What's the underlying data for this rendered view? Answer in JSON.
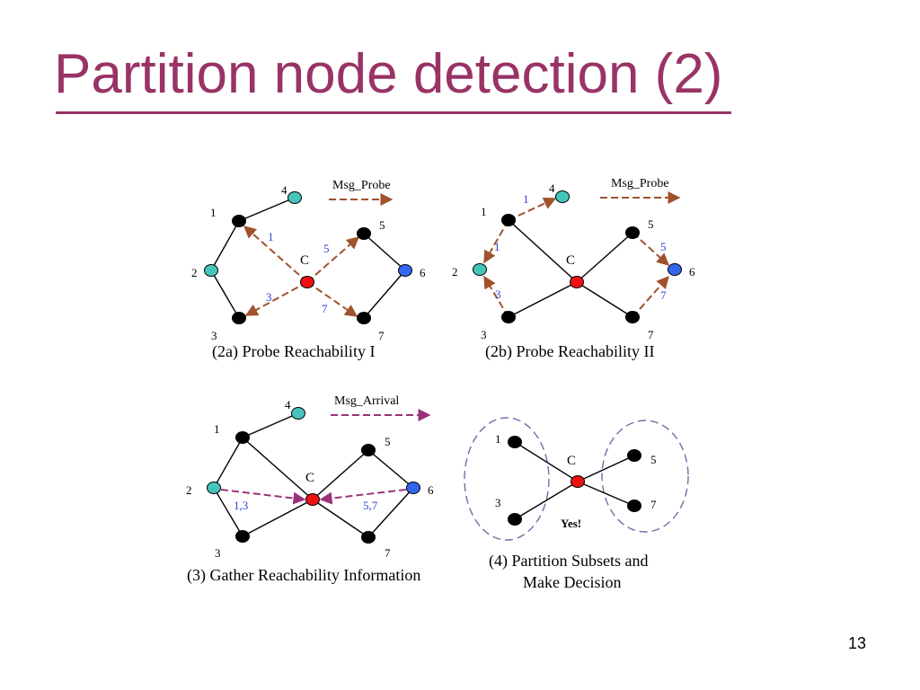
{
  "slide": {
    "title": "Partition node detection (2)",
    "page_number": "13"
  },
  "colors": {
    "title": "#993366",
    "probe_arrow": "#a0522d",
    "arrival_arrow": "#993377",
    "annotation_text": "#2f45d4",
    "node_default": "#000000",
    "node_cyan": "#45c4bc",
    "node_blue": "#3366ee",
    "node_center": "#ee1111",
    "subset_ellipse": "#6e6ea8"
  },
  "panels": {
    "p2a": {
      "caption": "(2a) Probe  Reachability I",
      "legend": "Msg_Probe",
      "node_labels": {
        "n1": "1",
        "n2": "2",
        "n3": "3",
        "n4": "4",
        "n5": "5",
        "n6": "6",
        "n7": "7",
        "c": "C"
      },
      "arrow_labels": {
        "a1": "1",
        "a3": "3",
        "a5": "5",
        "a7": "7"
      }
    },
    "p2b": {
      "caption": "(2b) Probe Reachability II",
      "legend": "Msg_Probe",
      "node_labels": {
        "n1": "1",
        "n2": "2",
        "n3": "3",
        "n4": "4",
        "n5": "5",
        "n6": "6",
        "n7": "7",
        "c": "C"
      },
      "arrow_labels": {
        "a14": "1",
        "a12": "1",
        "a32": "3",
        "a56": "5",
        "a76": "7"
      }
    },
    "p3": {
      "caption": "(3) Gather Reachability Information",
      "legend": "Msg_Arrival",
      "node_labels": {
        "n1": "1",
        "n2": "2",
        "n3": "3",
        "n4": "4",
        "n5": "5",
        "n6": "6",
        "n7": "7",
        "c": "C"
      },
      "arrow_labels": {
        "left": "1,3",
        "right": "5,7"
      }
    },
    "p4": {
      "caption_line1": "(4) Partition Subsets and",
      "caption_line2": "Make Decision",
      "decision": "Yes!",
      "node_labels": {
        "n1": "1",
        "n3": "3",
        "n5": "5",
        "n7": "7",
        "c": "C"
      }
    }
  }
}
